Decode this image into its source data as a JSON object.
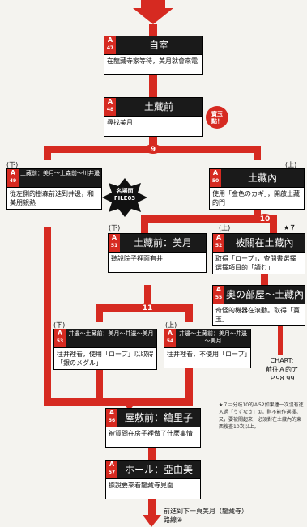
{
  "nodes": [
    {
      "id": "47",
      "badge_letter": "A",
      "badge_num": "47",
      "title": "自室",
      "body": "在龍藏寺家等待，美月就會來電"
    },
    {
      "id": "48",
      "badge_letter": "A",
      "badge_num": "48",
      "title": "土藏前",
      "body": "尋找美月"
    },
    {
      "id": "49",
      "badge_letter": "A",
      "badge_num": "49",
      "title": "土藏前：美月～上森前～川井邊",
      "body": "從左側的樹森前進到井邊，和美朋親熱"
    },
    {
      "id": "50",
      "badge_letter": "A",
      "badge_num": "50",
      "title": "土藏內",
      "body": "使用「金色のカギ」，開啟土藏的門"
    },
    {
      "id": "51",
      "badge_letter": "A",
      "badge_num": "51",
      "title": "土藏前：美月",
      "body": "聽說院子裡面有井"
    },
    {
      "id": "52",
      "badge_letter": "A",
      "badge_num": "52",
      "title": "被關在土藏內",
      "body": "取得「ロープ」，查閱書選擇選擇項目的「讀む」"
    },
    {
      "id": "55",
      "badge_letter": "A",
      "badge_num": "55",
      "title": "奧の部屋～土藏內",
      "body": "奇怪的機器在滾動。取得「寶玉」"
    },
    {
      "id": "53",
      "badge_letter": "A",
      "badge_num": "53",
      "title": "井邊～土藏前：美月～井邊～美月",
      "body": "往井裡看，使用「ロープ」以取得「銀のメダル」"
    },
    {
      "id": "54",
      "badge_letter": "A",
      "badge_num": "54",
      "title": "井邊～土藏前：美月～井邊～美月",
      "body": "往井裡看，不使用「ロープ」"
    },
    {
      "id": "56",
      "badge_letter": "A",
      "badge_num": "56",
      "title": "屋敷前：繪里子",
      "body": "被質問在房子裡做了什麼事情"
    },
    {
      "id": "57",
      "badge_letter": "A",
      "badge_num": "57",
      "title": "ホール：亞由美",
      "body": "據說要來看龍藏寺見面"
    }
  ],
  "markers": {
    "left_49": "(下)",
    "right_50": "(上)",
    "left_51": "(下)",
    "right_52": "(上)",
    "star_7": "★７",
    "left_53": "(下)",
    "right_54": "(上)"
  },
  "callouts": {
    "treasure": "寶玉點！",
    "famous_line1": "名場面",
    "famous_line2": "FILE03"
  },
  "branch_numbers": [
    "9",
    "10",
    "11"
  ],
  "notes": {
    "chart_ref": "CHART:\n前往Ａ的ア\nＰ98.99",
    "star_note": "★７＝分歧10的Ａ52如果連一次沒有進入過「うずなさ」①，則不能作選擇。又，要被關起來，必須對在土藏內的東西搜查10次以上。",
    "next": "前進到下一頁美月（龍藏寺）\n路線④"
  },
  "colors": {
    "arrow": "#d62a21",
    "node_head": "#1a1a1a",
    "badge": "#d62a21"
  }
}
